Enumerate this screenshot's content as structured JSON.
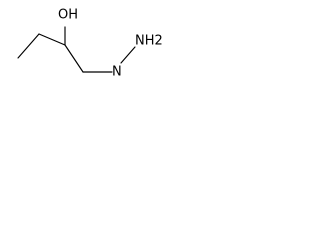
{
  "structure": {
    "atoms": {
      "hydroxyl": "OH",
      "imine_nitrogen": "N",
      "hydrazine_terminal": "NH2"
    }
  }
}
